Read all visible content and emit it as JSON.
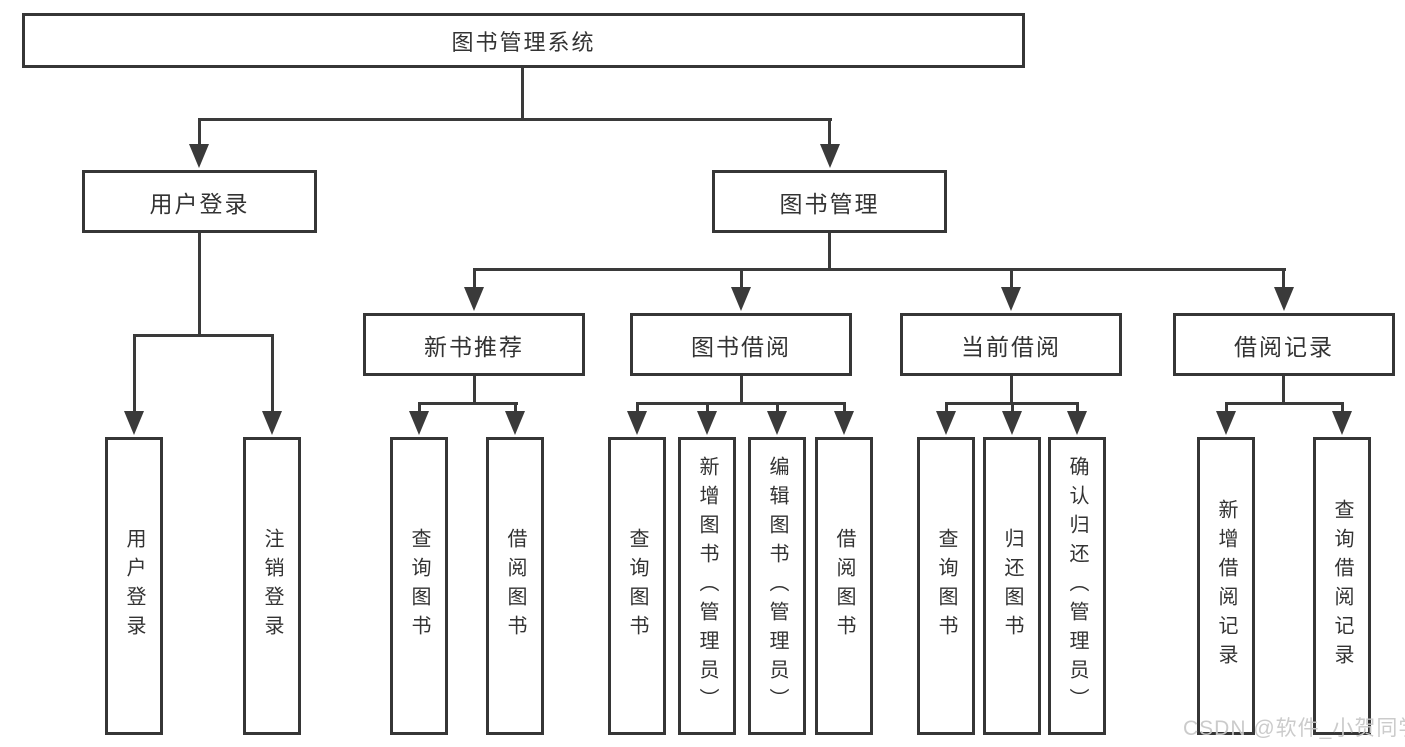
{
  "diagram": {
    "root": "图书管理系统",
    "branches": [
      {
        "label": "用户登录",
        "children": [
          "用户登录",
          "注销登录"
        ]
      },
      {
        "label": "图书管理",
        "children": [
          {
            "label": "新书推荐",
            "children": [
              "查询图书",
              "借阅图书"
            ]
          },
          {
            "label": "图书借阅",
            "children": [
              "查询图书",
              "新增图书（管理员）",
              "编辑图书（管理员）",
              "借阅图书"
            ]
          },
          {
            "label": "当前借阅",
            "children": [
              "查询图书",
              "归还图书",
              "确认归还（管理员）"
            ]
          },
          {
            "label": "借阅记录",
            "children": [
              "新增借阅记录",
              "查询借阅记录"
            ]
          }
        ]
      }
    ]
  },
  "watermark": "CSDN @软件_小贺同学",
  "colors": {
    "line": "#3a3a3a",
    "text": "#333333",
    "box_border": "#363636",
    "watermark": "#c9c9c9",
    "background": "#ffffff"
  }
}
